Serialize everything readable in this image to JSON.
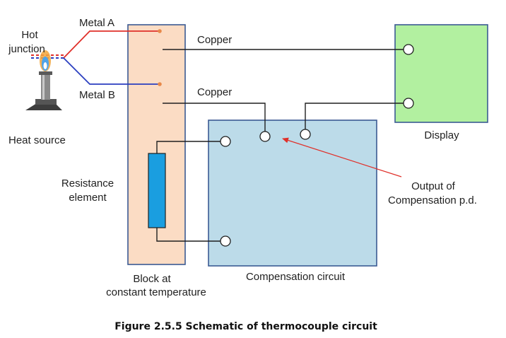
{
  "labels": {
    "hot_junction_line1": "Hot",
    "hot_junction_line2": "junction",
    "metal_a": "Metal A",
    "metal_b": "Metal B",
    "copper_top": "Copper",
    "copper_bottom": "Copper",
    "heat_source": "Heat source",
    "resistance_line1": "Resistance",
    "resistance_line2": "element",
    "block_line1": "Block at",
    "block_line2": "constant temperature",
    "compensation_circuit": "Compensation circuit",
    "display": "Display",
    "output_line1": "Output of",
    "output_line2": "Compensation p.d."
  },
  "caption": "Figure 2.5.5 Schematic of thermocouple circuit",
  "colors": {
    "metal_a": "#e0302a",
    "metal_b": "#2b3fc0",
    "block_fill": "#fbdcc4",
    "block_stroke": "#3b5a93",
    "compensation_fill": "#bcdbe9",
    "display_fill": "#b2f0a0",
    "resistor_fill": "#1a9ee0",
    "arrow": "#e0302a",
    "wire": "#1f1f1f",
    "junction_dot": "#e8894a"
  },
  "icons": {
    "heat_source": "bunsen-burner-icon",
    "flame": "flame-icon"
  }
}
